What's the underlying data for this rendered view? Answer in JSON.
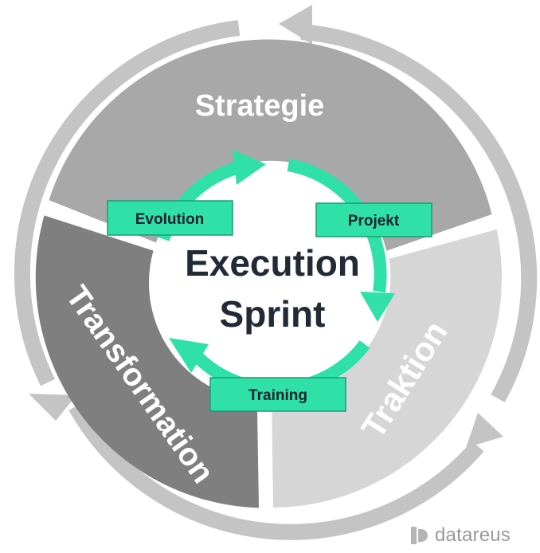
{
  "segments": {
    "strategie": "Strategie",
    "traktion": "Traktion",
    "transformation": "Transformation"
  },
  "center": {
    "line1": "Execution",
    "line2": "Sprint"
  },
  "tags": {
    "evolution": "Evolution",
    "projekt": "Projekt",
    "training": "Training"
  },
  "brand": {
    "name": "datareus",
    "logo_icon": "datareus-logo-icon"
  },
  "colors": {
    "strategie": "#a8a8a8",
    "traktion": "#d6d6d6",
    "transformation": "#7f7f7f",
    "outer_ring": "#c4c4c4",
    "cycle_green": "#2fe0a7",
    "center_text": "#222a36"
  }
}
